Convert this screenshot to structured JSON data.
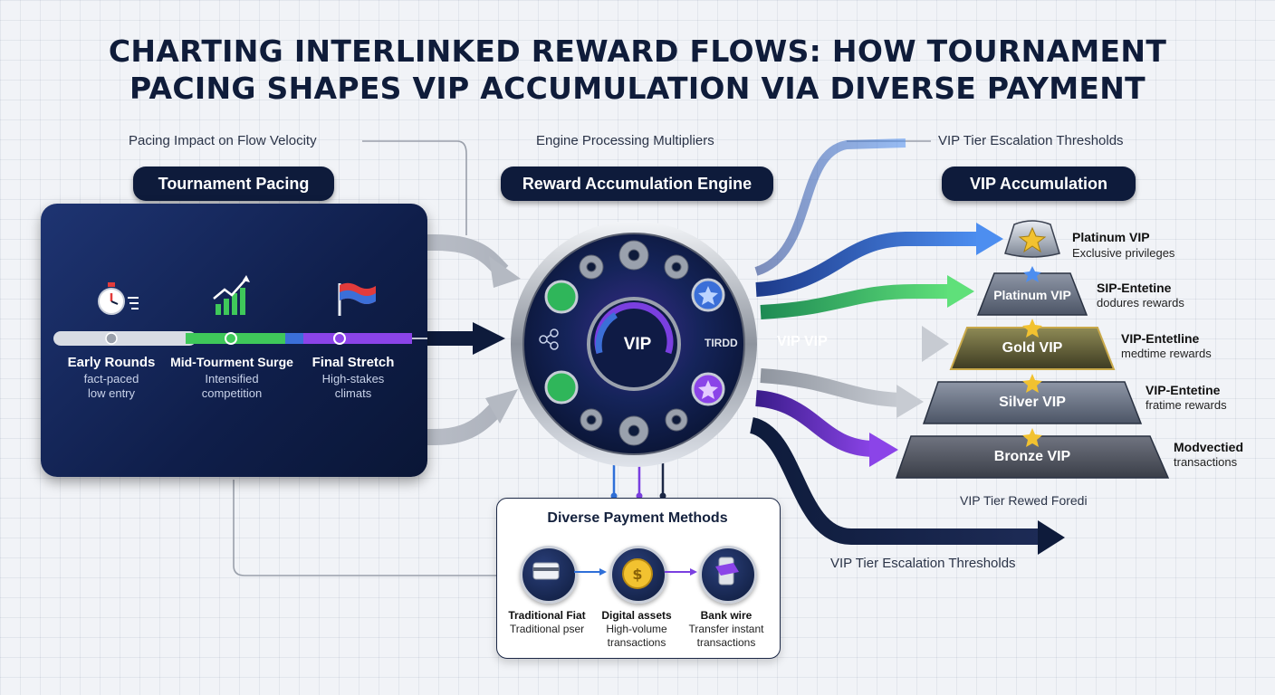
{
  "title": {
    "line1": "CHARTING INTERLINKED REWARD FLOWS: HOW TOURNAMENT",
    "line2": "PACING SHAPES VIP ACCUMULATION VIA DIVERSE PAYMENT"
  },
  "captions": {
    "pacing_impact": "Pacing Impact on Flow Velocity",
    "engine_multipliers": "Engine Processing Multipliers",
    "vip_thresholds_top": "VIP Tier Escalation Thresholds",
    "vip_reward_foredi": "VIP Tier Rewed Foredi",
    "vip_thresholds_bottom": "VIP Tier Escalation Thresholds"
  },
  "sections": {
    "pacing": "Tournament Pacing",
    "engine": "Reward Accumulation Engine",
    "vip": "VIP Accumulation"
  },
  "stages": [
    {
      "label": "Early Rounds",
      "desc1": "fact-paced",
      "desc2": "low entry"
    },
    {
      "label": "Mid-Tourment Surge",
      "desc1": "Intensified",
      "desc2": "competition"
    },
    {
      "label": "Final Stretch",
      "desc1": "High-stakes",
      "desc2": "climats"
    }
  ],
  "engine": {
    "center": "VIP",
    "side_text": "TIRDD",
    "out_text": "VIP VIP"
  },
  "tiers": [
    {
      "tier": "Platinum VIP",
      "name": "Platinum VIP",
      "desc": "Exclusive privileges"
    },
    {
      "tier": "Platinum VIP",
      "name": "SIP-Entetine",
      "desc": "dodures rewards"
    },
    {
      "tier": "Gold VIP",
      "name": "VIP-Entetline",
      "desc": "medtime rewards"
    },
    {
      "tier": "Silver VIP",
      "name": "VIP-Entetine",
      "desc": "fratime rewards"
    },
    {
      "tier": "Bronze VIP",
      "name": "Modvectied",
      "desc": "transactions"
    }
  ],
  "payment": {
    "title": "Diverse Payment Methods",
    "methods": [
      {
        "label": "Traditional Fiat",
        "desc1": "Traditional pser",
        "desc2": ""
      },
      {
        "label": "Digital assets",
        "desc1": "High-volume",
        "desc2": "transactions"
      },
      {
        "label": "Bank wire",
        "desc1": "Transfer instant",
        "desc2": "transactions"
      }
    ]
  },
  "colors": {
    "navy": "#0e1b3b",
    "green": "#3fc85a",
    "blue": "#3b6fd8",
    "purple": "#7a3fe0",
    "gray_flow": "#b8bcc6",
    "gold": "#f2c230"
  },
  "icons": [
    "stopwatch-icon",
    "growth-chart-icon",
    "flag-icon",
    "gear-icon",
    "star-icon",
    "card-icon",
    "coin-icon",
    "phone-transfer-icon"
  ]
}
